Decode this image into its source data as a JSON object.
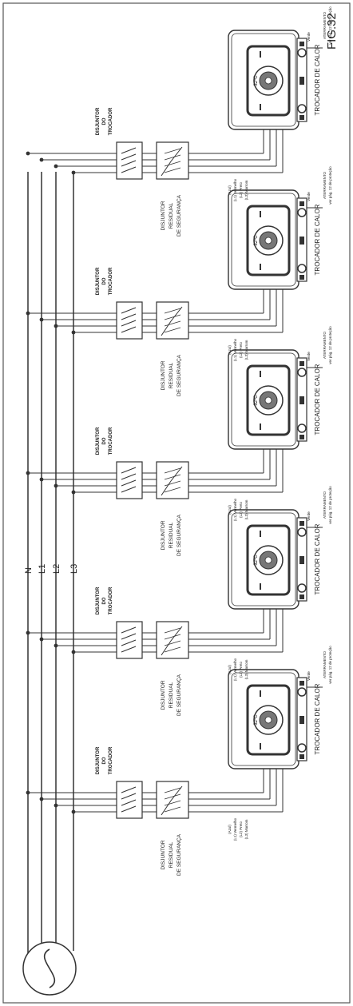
{
  "figure_label": "FIG.32",
  "bus_labels": [
    "N",
    "L1",
    "L2",
    "L3"
  ],
  "breaker_label": [
    "DISJUNTOR",
    "DO",
    "TROCADOR"
  ],
  "rcd_label": [
    "DISJUNTOR",
    "RESIDUAL",
    "DE SEGURANÇA"
  ],
  "wire_labels": [
    "(Azul)",
    "(L1) Vermelho",
    "(L2) Preto",
    "(L3) Marrom"
  ],
  "exchanger_label": "TROCADOR DE CALOR",
  "earthing_label": [
    "ATERRAMENTO",
    "ver pág. 12 de proteção"
  ],
  "earth_tag": "Verde",
  "unit_count": 5,
  "colors": {
    "line": "#333333",
    "frame": "#555555"
  }
}
